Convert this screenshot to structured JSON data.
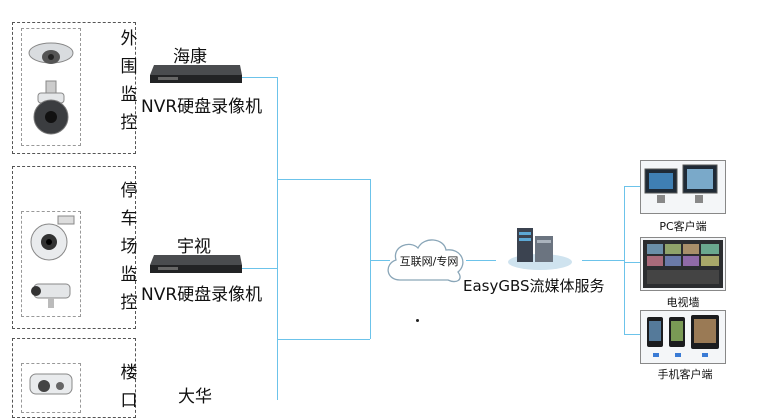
{
  "groups": [
    {
      "chars": [
        "外",
        "围",
        "监",
        "控"
      ]
    },
    {
      "chars": [
        "停",
        "车",
        "场",
        "监",
        "控"
      ]
    },
    {
      "chars": [
        "楼",
        "口"
      ]
    }
  ],
  "nvrs": [
    {
      "brand": "海康",
      "name": "NVR硬盘录像机"
    },
    {
      "brand": "宇视",
      "name": "NVR硬盘录像机"
    },
    {
      "brand": "大华",
      "name": ""
    }
  ],
  "network": {
    "label": "互联网/专网"
  },
  "server": {
    "label": "EasyGBS流媒体服务"
  },
  "clients": [
    {
      "label": "PC客户端"
    },
    {
      "label": "电视墙"
    },
    {
      "label": "手机客户端"
    }
  ],
  "colors": {
    "line": "#6cc3ea",
    "device": "#2e2f31",
    "dash": "#555555"
  }
}
